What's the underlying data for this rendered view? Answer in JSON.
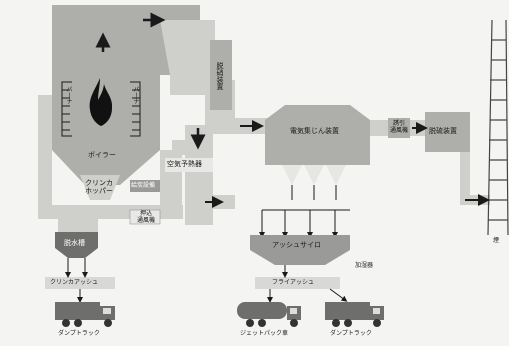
{
  "labels": {
    "boiler": "ボイラー",
    "burner_left": "バーナ",
    "burner_right": "バーナ",
    "clinker_hopper": "クリンカ\nホッパー",
    "coal_feeder": "給炭設備",
    "denitration_vertical": "脱硝装置",
    "air_preheater": "空気予熱器",
    "forced_draft_fan": "押込\n通風機",
    "electrostatic_precipitator": "電気集じん装置",
    "induced_draft_fan": "誘引\n通風機",
    "desulfurization": "脱硫装置",
    "dewatering_tank": "脱水槽",
    "clinker_ash": "クリンカアッシュ",
    "ash_silo": "アッシュサイロ",
    "humidifier": "加湿器",
    "fly_ash": "フライアッシュ",
    "dump_truck_1": "ダンプトラック",
    "jet_pack_truck": "ジェットパック車",
    "dump_truck_2": "ダンプトラック",
    "chimney_partial": "煙"
  },
  "colors": {
    "background": "#f4f4f2",
    "duct": "#cfcfcc",
    "equipment": "#aeaeab",
    "dark_equipment": "#6e6e6c",
    "flame": "#111111",
    "arrow": "#1a1a1a"
  }
}
